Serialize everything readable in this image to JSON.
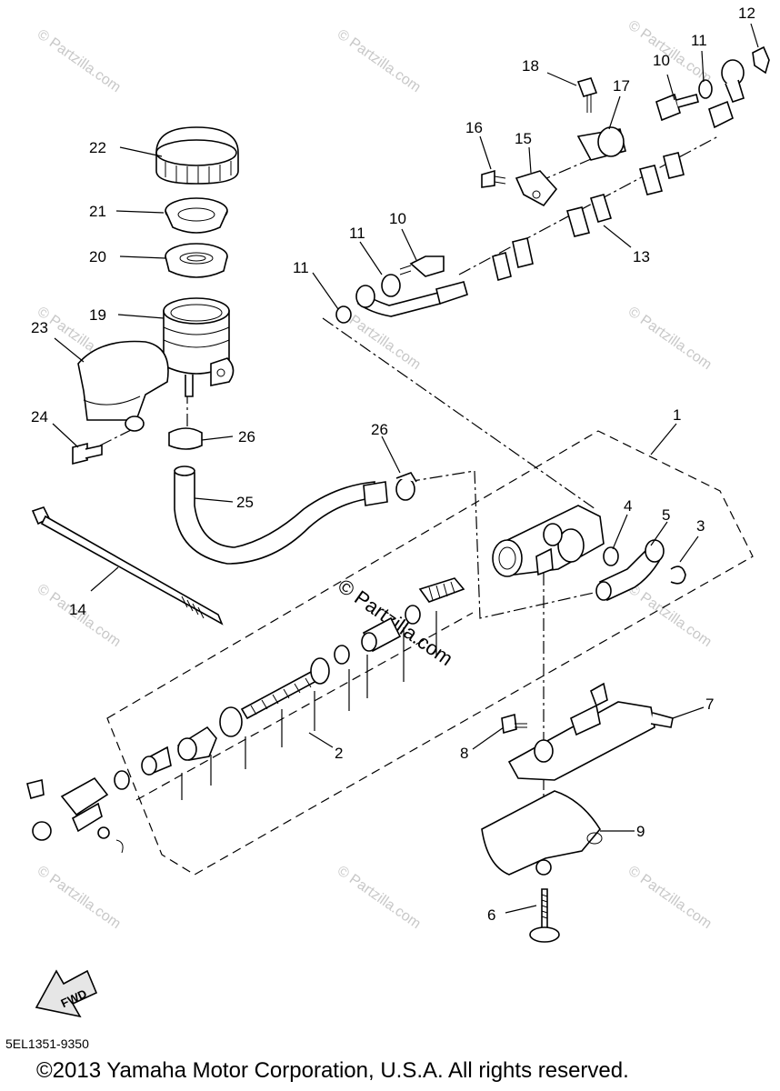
{
  "diagram": {
    "callouts": [
      "1",
      "2",
      "3",
      "4",
      "5",
      "6",
      "7",
      "8",
      "9",
      "10",
      "10",
      "11",
      "11",
      "11",
      "12",
      "13",
      "14",
      "15",
      "16",
      "17",
      "18",
      "19",
      "20",
      "21",
      "22",
      "23",
      "24",
      "25",
      "26",
      "26"
    ],
    "watermark": "© Partzilla.com",
    "center_watermark": "© Partzilla.com",
    "direction_arrow": "FWD",
    "diagram_code": "5EL1351-9350",
    "copyright": "©2013  Yamaha Motor Corporation, U.S.A. All rights reserved."
  }
}
